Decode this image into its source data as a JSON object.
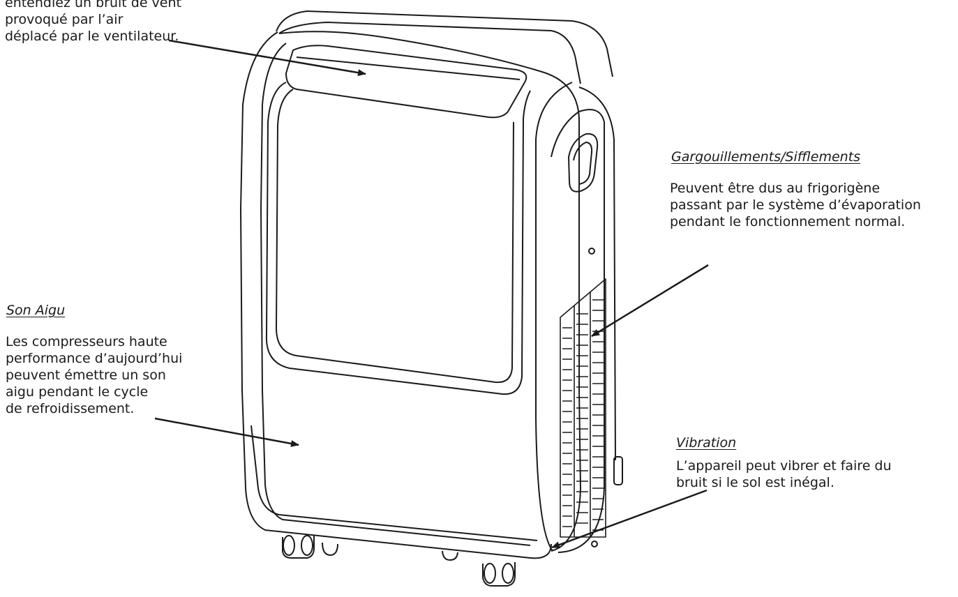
{
  "fan_note": {
    "lines": [
      "entendiez un bruit de vent",
      "provoqué par l’air",
      "déplacé par le ventilateur."
    ]
  },
  "gurgle": {
    "heading": "Gargouillements/Sifflements",
    "lines": [
      "Peuvent être dus au frigorigène",
      "passant par le système d’évaporation",
      "pendant le fonctionnement normal."
    ]
  },
  "high_pitch": {
    "heading": "Son Aigu",
    "lines": [
      "Les compresseurs haute",
      "performance d’aujourd’hui",
      "peuvent émettre un son",
      "aigu pendant le cycle",
      "de refroidissement."
    ]
  },
  "vibration": {
    "heading": "Vibration",
    "lines": [
      "L’appareil peut vibrer et faire du",
      "bruit si le sol est inégal."
    ]
  },
  "colors": {
    "ink": "#1a1a1a",
    "background": "#ffffff"
  }
}
